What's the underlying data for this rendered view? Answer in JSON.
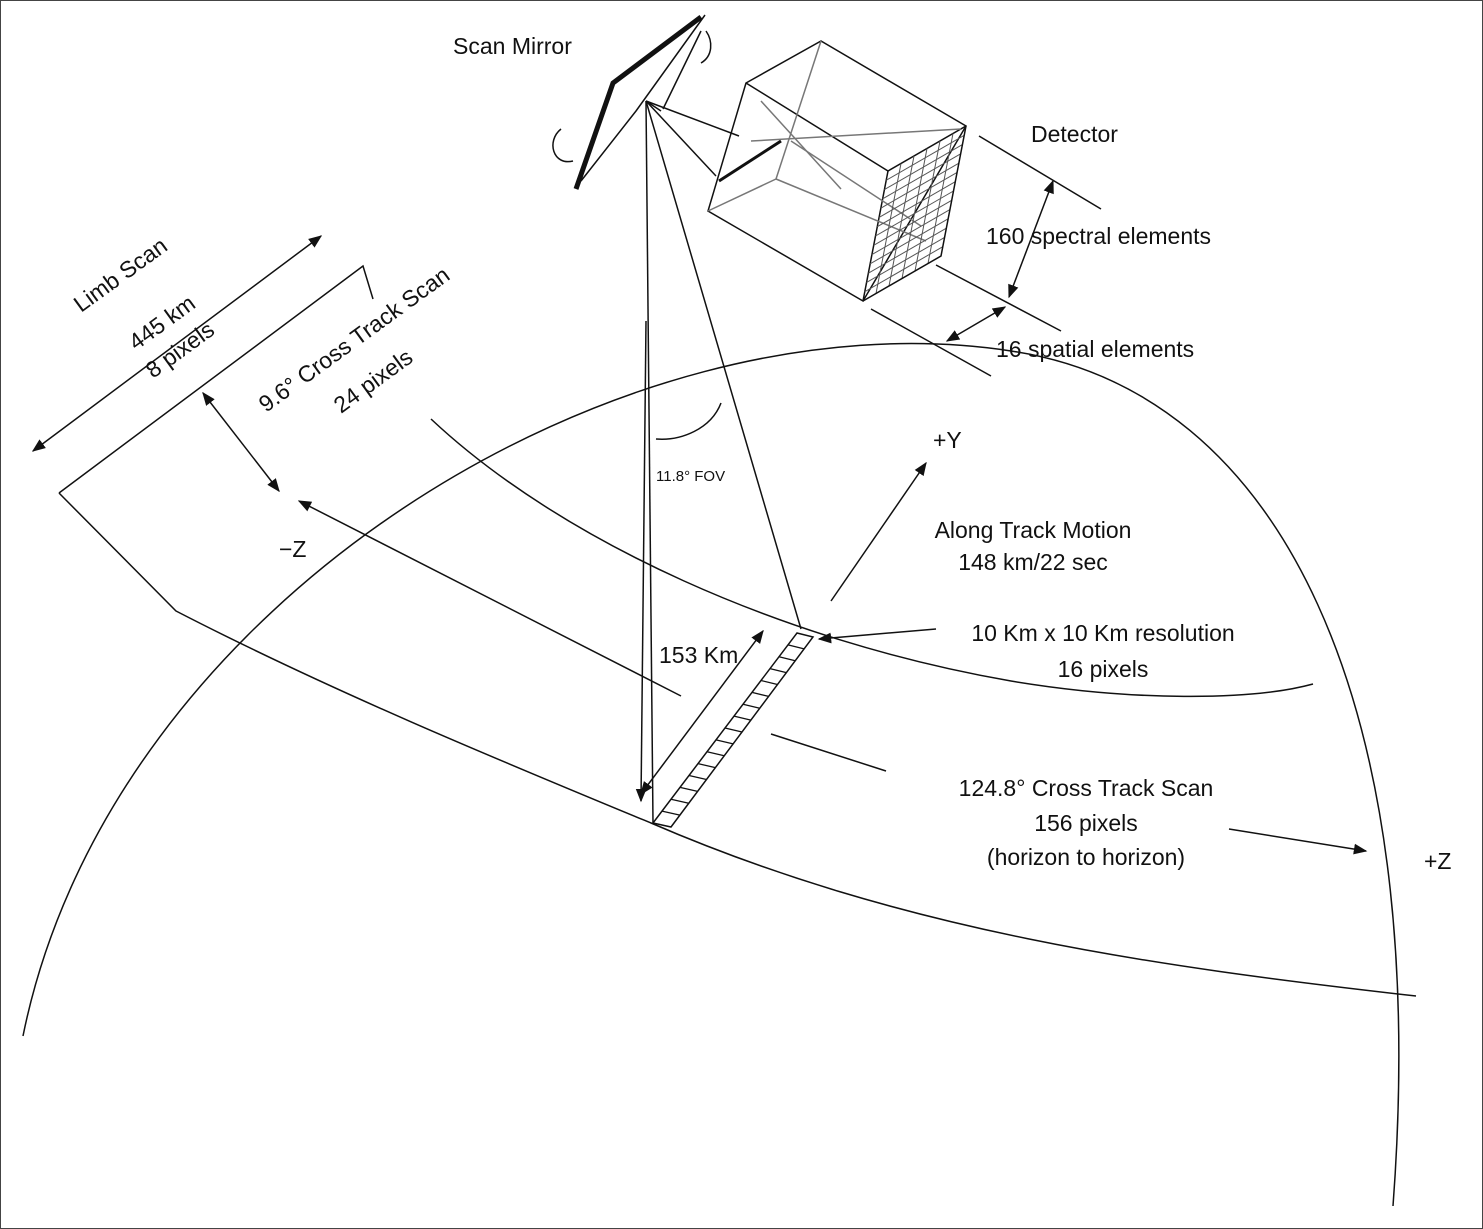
{
  "labels": {
    "scan_mirror": "Scan Mirror",
    "detector": "Detector",
    "spectral": "160 spectral elements",
    "spatial": "16 spatial elements",
    "limb_scan": "Limb Scan",
    "limb_km": "445 km",
    "limb_px": "8 pixels",
    "cross_small_1": "9.6° Cross Track Scan",
    "cross_small_2": "24 pixels",
    "fov": "11.8° FOV",
    "plus_y": "+Y",
    "minus_z": "−Z",
    "plus_z": "+Z",
    "along_1": "Along Track Motion",
    "along_2": "148 km/22 sec",
    "res_1": "10 Km x 10 Km resolution",
    "res_2": "16 pixels",
    "km153": "153 Km",
    "cross_big_1": "124.8° Cross Track Scan",
    "cross_big_2": "156 pixels",
    "cross_big_3": "(horizon to horizon)"
  },
  "colors": {
    "line": "#111111",
    "grid": "#777777",
    "background": "#ffffff"
  }
}
